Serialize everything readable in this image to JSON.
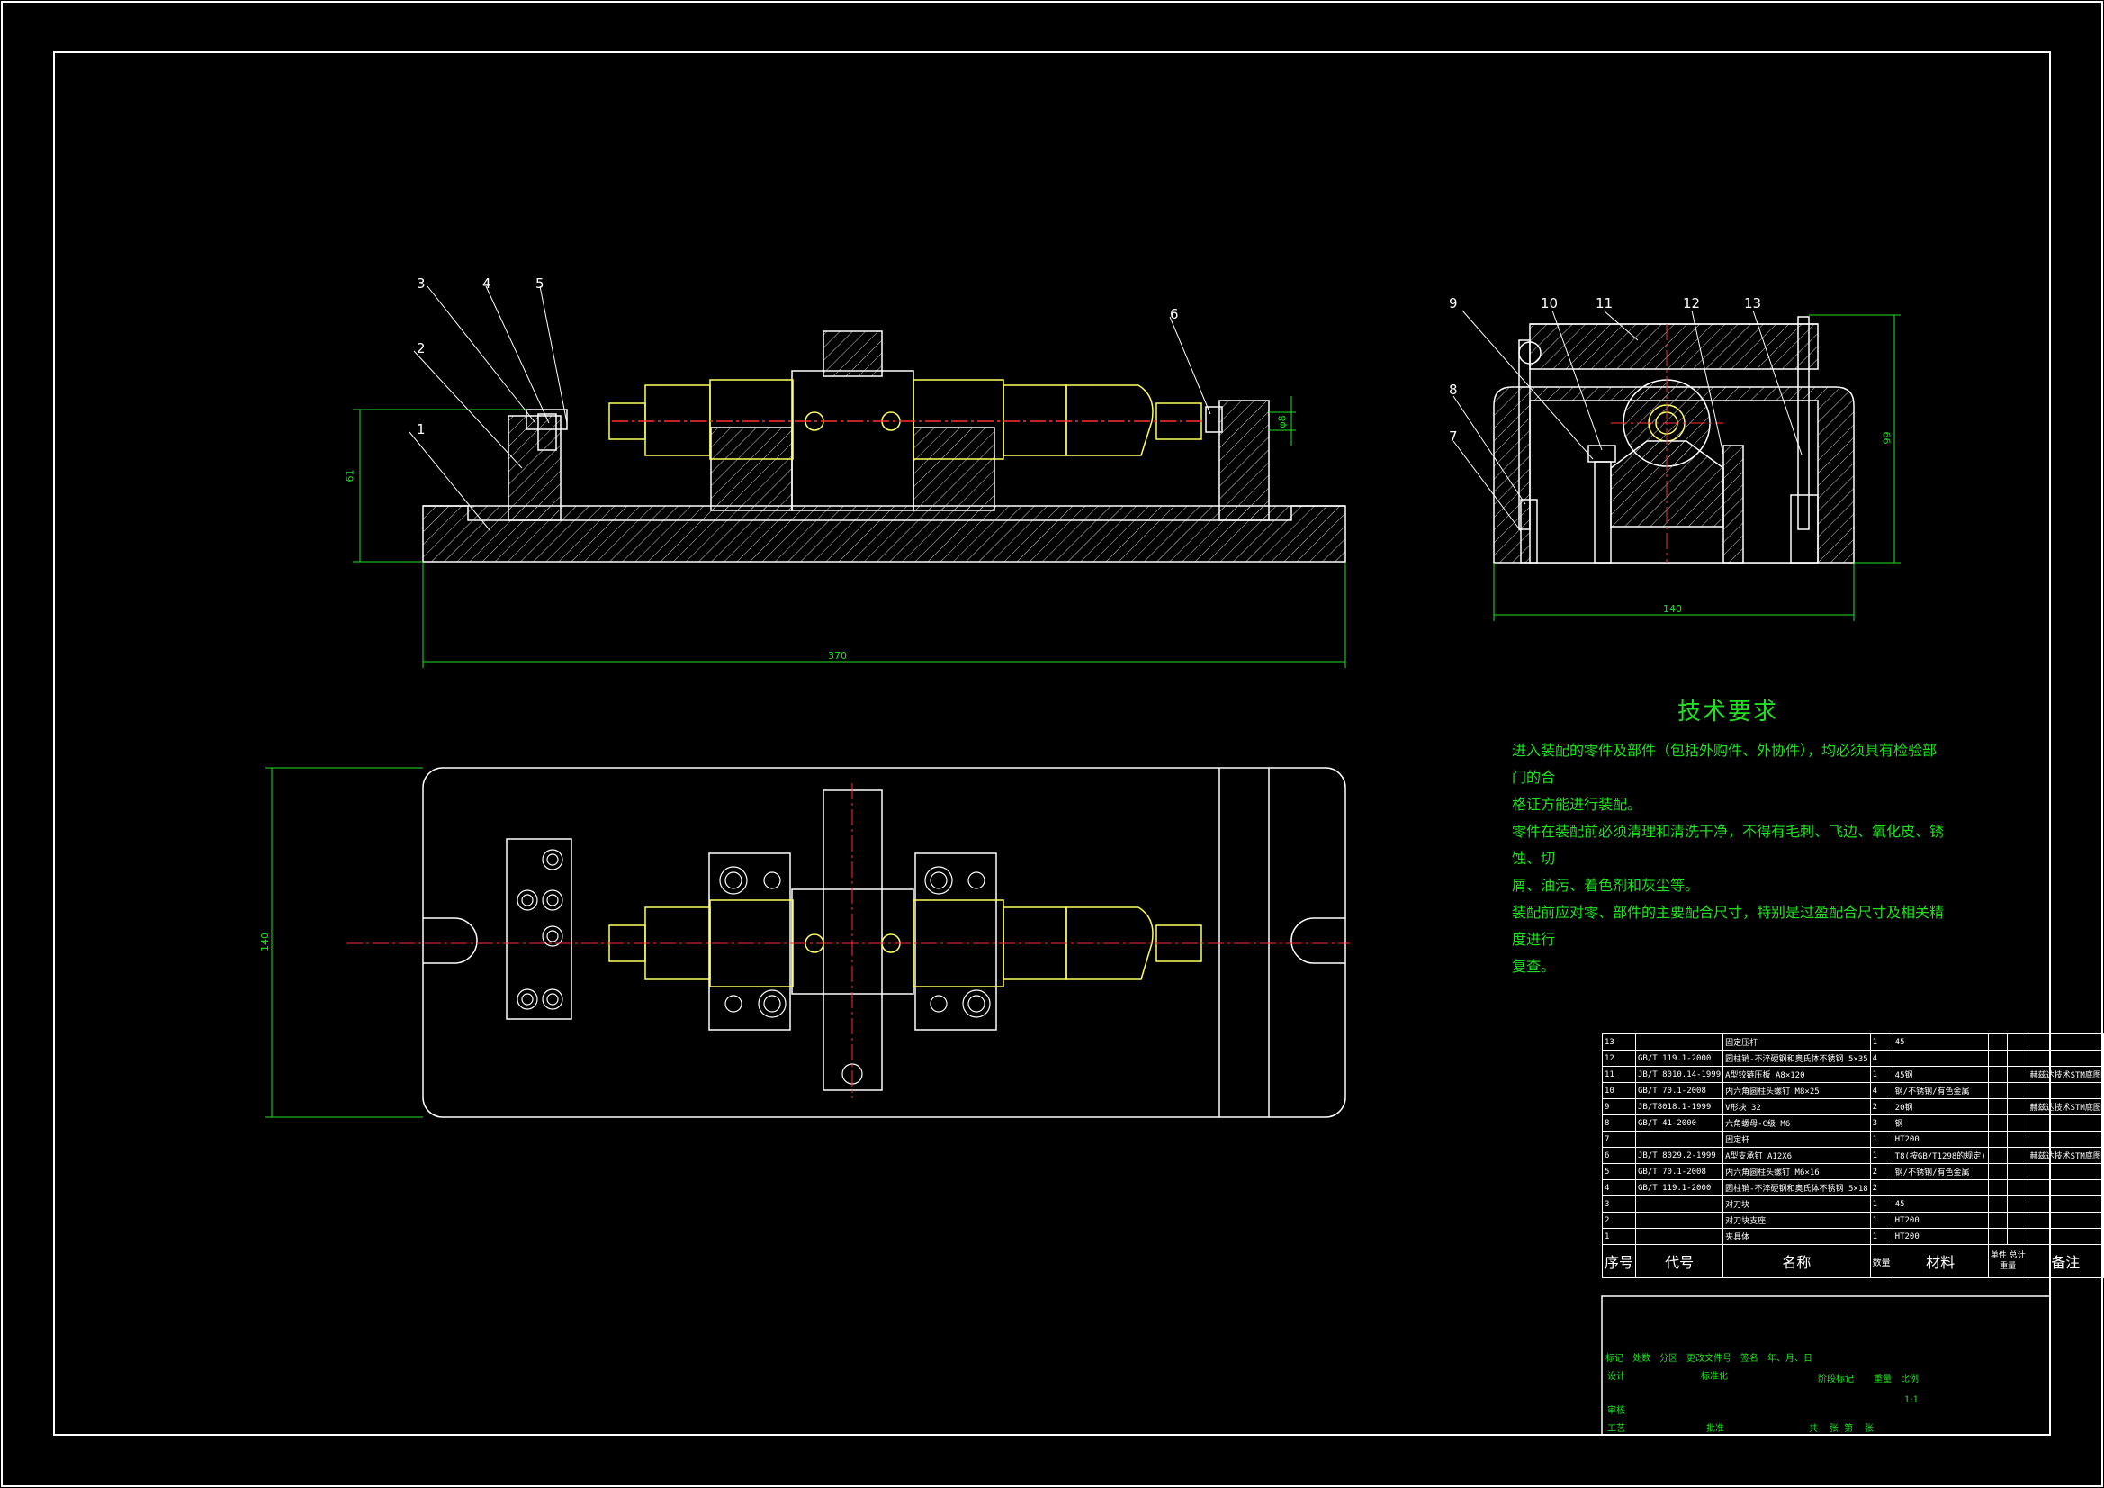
{
  "drawing": {
    "colors": {
      "background": "#000000",
      "line": "#ffffff",
      "dimension": "#22e022",
      "centerline": "#ff3030",
      "part": "#ffff60",
      "hatch": "#ffffff"
    },
    "front_view": {
      "balloons": [
        "1",
        "2",
        "3",
        "4",
        "5",
        "6"
      ],
      "dims": {
        "length": "370",
        "height": "61",
        "small": "φ8"
      }
    },
    "side_view": {
      "balloons": [
        "7",
        "8",
        "9",
        "10",
        "11",
        "12",
        "13"
      ],
      "dims": {
        "width": "140",
        "height": "99"
      }
    },
    "top_view": {
      "dims": {
        "width": "140"
      }
    }
  },
  "tech": {
    "title": "技术要求",
    "lines": [
      "进入装配的零件及部件（包括外购件、外协件），均必须具有检验部门的合",
      "格证方能进行装配。",
      "零件在装配前必须清理和清洗干净，不得有毛刺、飞边、氧化皮、锈蚀、切",
      "屑、油污、着色剂和灰尘等。",
      "装配前应对零、部件的主要配合尺寸，特别是过盈配合尺寸及相关精度进行",
      "复查。"
    ]
  },
  "bom": {
    "rows": [
      {
        "no": "13",
        "code": "",
        "name": "固定压杆",
        "qty": "1",
        "mat": "45",
        "note": ""
      },
      {
        "no": "12",
        "code": "GB/T 119.1-2000",
        "name": "圆柱销-不淬硬钢和奥氏体不锈钢 5×35",
        "qty": "4",
        "mat": "",
        "note": ""
      },
      {
        "no": "11",
        "code": "JB/T 8010.14-1999",
        "name": "A型铰链压板 A8×120",
        "qty": "1",
        "mat": "45钢",
        "note": "赫兹达技术STM底图"
      },
      {
        "no": "10",
        "code": "GB/T 70.1-2008",
        "name": "内六角圆柱头螺钉 M8×25",
        "qty": "4",
        "mat": "钢/不锈钢/有色金属",
        "note": ""
      },
      {
        "no": "9",
        "code": "JB/T8018.1-1999",
        "name": "V形块 32",
        "qty": "2",
        "mat": "20钢",
        "note": "赫兹达技术STM底图"
      },
      {
        "no": "8",
        "code": "GB/T 41-2000",
        "name": "六角螺母-C级 M6",
        "qty": "3",
        "mat": "钢",
        "note": ""
      },
      {
        "no": "7",
        "code": "",
        "name": "固定杆",
        "qty": "1",
        "mat": "HT200",
        "note": ""
      },
      {
        "no": "6",
        "code": "JB/T 8029.2-1999",
        "name": "A型支承钉 A12X6",
        "qty": "1",
        "mat": "T8(按GB/T1298的规定)",
        "note": "赫兹达技术STM底图"
      },
      {
        "no": "5",
        "code": "GB/T 70.1-2008",
        "name": "内六角圆柱头螺钉 M6×16",
        "qty": "2",
        "mat": "钢/不锈钢/有色金属",
        "note": ""
      },
      {
        "no": "4",
        "code": "GB/T 119.1-2000",
        "name": "圆柱销-不淬硬钢和奥氏体不锈钢 5×18",
        "qty": "2",
        "mat": "",
        "note": ""
      },
      {
        "no": "3",
        "code": "",
        "name": "对刀块",
        "qty": "1",
        "mat": "45",
        "note": ""
      },
      {
        "no": "2",
        "code": "",
        "name": "对刀块支座",
        "qty": "1",
        "mat": "HT200",
        "note": ""
      },
      {
        "no": "1",
        "code": "",
        "name": "夹具体",
        "qty": "1",
        "mat": "HT200",
        "note": ""
      }
    ],
    "header": {
      "no": "序号",
      "code": "代号",
      "name": "名称",
      "qty": "数量",
      "mat": "材料",
      "unit": "单件",
      "total": "总计",
      "weight": "重量",
      "note": "备注"
    }
  },
  "titleblock": {
    "row1": [
      "标记",
      "处数",
      "分区",
      "更改文件号",
      "签名",
      "年、月、日"
    ],
    "design": "设计",
    "standard": "标准化",
    "stage": "阶段标记",
    "weight": "重量",
    "scale": "比例",
    "scale_val": "1:1",
    "check": "审核",
    "process": "工艺",
    "approve": "批准",
    "sheets": "共    张  第    张"
  }
}
